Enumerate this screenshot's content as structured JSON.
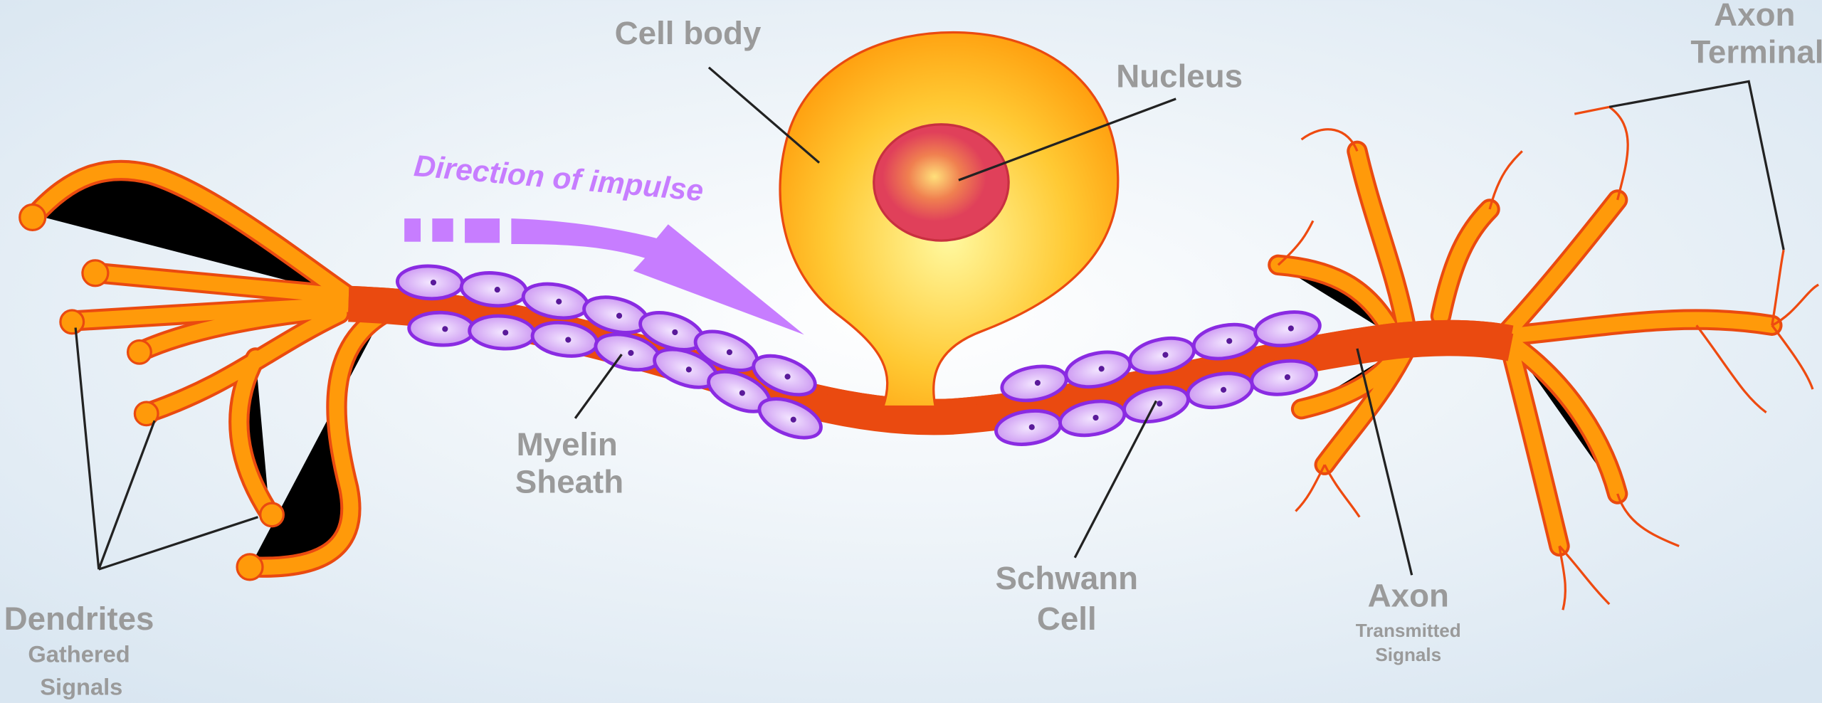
{
  "title": "Neuron structure",
  "labels": {
    "cell_body": "Cell body",
    "nucleus": "Nucleus",
    "axon_terminals": [
      "Axon",
      "Terminals"
    ],
    "direction": "Direction of impulse",
    "myelin_sheath": [
      "Myelin",
      "Sheath"
    ],
    "schwann_cell": [
      "Schwann",
      "Cell"
    ],
    "axon": "Axon",
    "axon_sub": [
      "Transmitted",
      "Signals"
    ],
    "dendrites": "Dendrites",
    "dendrites_sub": [
      "Gathered",
      "Signals"
    ]
  },
  "colors": {
    "neuron": "#ff9a0a",
    "outline": "#ea4a10",
    "inner": "#fff27a",
    "nucleus": "#e0405a",
    "myelin": "#dcb8f6",
    "myelin_outline": "#8a2be2",
    "arrow": "#c77dff",
    "label": "#9a9a9a"
  }
}
